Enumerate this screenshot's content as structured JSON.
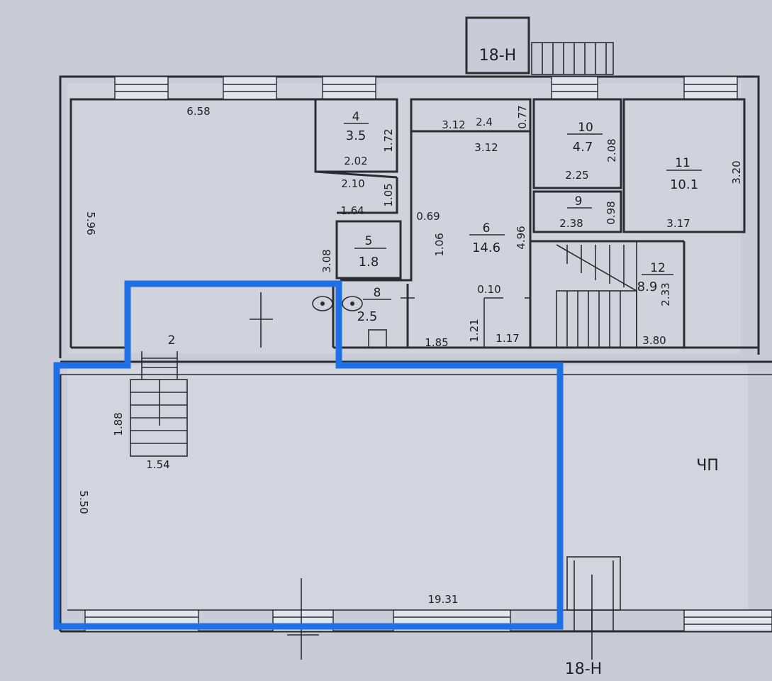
{
  "axes": {
    "top": "18-Н",
    "bottom": "18-Н"
  },
  "rooms": [
    {
      "id": "r2",
      "number": "2",
      "area": ""
    },
    {
      "id": "r4",
      "number": "4",
      "area": "3.5"
    },
    {
      "id": "r5",
      "number": "5",
      "area": "1.8"
    },
    {
      "id": "r6",
      "number": "6",
      "area": "14.6"
    },
    {
      "id": "r8",
      "number": "8",
      "area": "2.5"
    },
    {
      "id": "r9",
      "number": "9",
      "area": ""
    },
    {
      "id": "r10",
      "number": "10",
      "area": "4.7"
    },
    {
      "id": "r11",
      "number": "11",
      "area": "10.1"
    },
    {
      "id": "r12",
      "number": "12",
      "area": "8.9"
    }
  ],
  "dimensions": {
    "d658": "6.58",
    "d596": "5.96",
    "d172": "1.72",
    "d202": "2.02",
    "d210": "2.10",
    "d105": "1.05",
    "d164": "1.64",
    "d308": "3.08",
    "d069": "0.69",
    "d106": "1.06",
    "d312a": "3.12",
    "d24": "2.4",
    "d077": "0.77",
    "d312b": "3.12",
    "d496": "4.96",
    "d010": "0.10",
    "d121": "1.21",
    "d117": "1.17",
    "d185": "1.85",
    "d208": "2.08",
    "d225": "2.25",
    "d098": "0.98",
    "d238": "2.38",
    "d320": "3.20",
    "d317": "3.17",
    "d233": "2.33",
    "d380": "3.80",
    "d188": "1.88",
    "d154": "1.54",
    "d550": "5.50",
    "d1931": "19.31"
  },
  "zone_label": "ЧП"
}
